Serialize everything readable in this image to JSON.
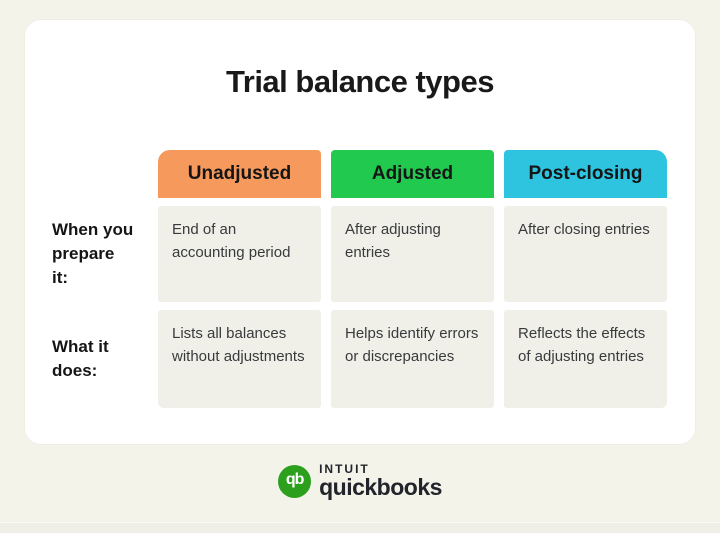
{
  "title": "Trial balance types",
  "colors": {
    "background": "#f3f3ea",
    "card": "#ffffff",
    "cell_background": "#f0f0e9",
    "header_unadjusted": "#f6995c",
    "header_adjusted": "#21c94f",
    "header_post_closing": "#2ec3de",
    "text_dark": "#191919",
    "text_cell": "#393a3d",
    "logo_green": "#2ca01c"
  },
  "table": {
    "columns": [
      {
        "label": "Unadjusted",
        "color": "#f6995c"
      },
      {
        "label": "Adjusted",
        "color": "#21c94f"
      },
      {
        "label": "Post-closing",
        "color": "#2ec3de"
      }
    ],
    "rows": [
      {
        "label": "When you prepare it:",
        "cells": [
          "End of an accounting period",
          "After adjusting entries",
          "After closing entries"
        ]
      },
      {
        "label": "What it does:",
        "cells": [
          "Lists all balances without adjustments",
          "Helps identify errors or discrepancies",
          "Reflects the effects of adjusting entries"
        ]
      }
    ]
  },
  "logo": {
    "monogram": "qb",
    "brand_top": "intuit",
    "brand_bottom": "quickbooks"
  }
}
